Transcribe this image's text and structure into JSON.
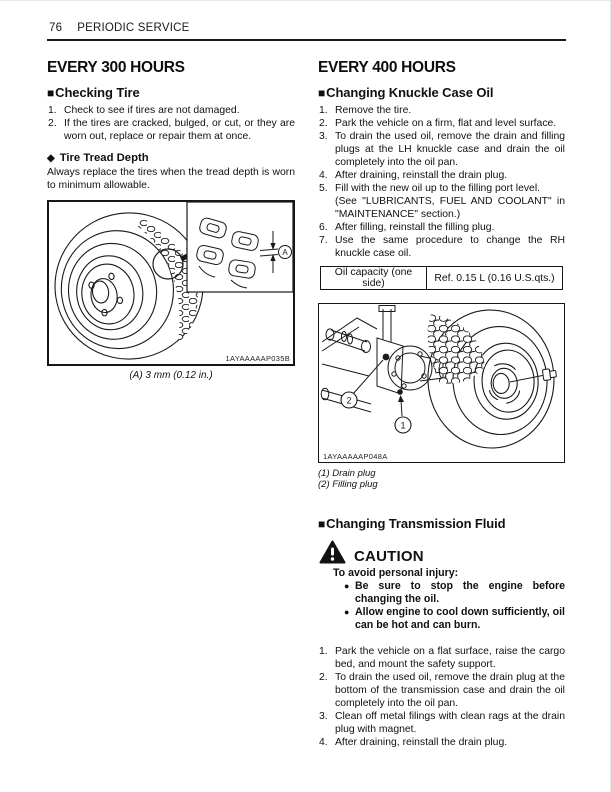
{
  "icons": {
    "square_bullet": "■",
    "diamond_bullet": "◆",
    "list_bullet": "●"
  },
  "header": {
    "page_number": "76",
    "title": "PERIODIC SERVICE"
  },
  "left": {
    "section_title": "EVERY 300 HOURS",
    "checking_tire": {
      "heading": "Checking Tire",
      "items": [
        "Check to see if tires are not damaged.",
        "If the tires are cracked, bulged, or cut, or they are worn out, replace or repair them at once."
      ]
    },
    "tread_depth": {
      "heading": "Tire Tread Depth",
      "body": "Always replace the tires when the tread depth is worn to minimum allowable.",
      "figure_code": "1AYAAAAAP035B",
      "inset_label": "A",
      "caption": "(A) 3 mm (0.12 in.)"
    }
  },
  "right": {
    "section_title": "EVERY 400 HOURS",
    "knuckle_oil": {
      "heading": "Changing Knuckle Case Oil",
      "items": [
        "Remove the tire.",
        "Park the vehicle on a firm, flat and level surface.",
        "To drain the used oil, remove the drain and filling plugs at the LH knuckle case and drain the oil completely into the oil pan.",
        "After draining, reinstall the drain plug.",
        [
          "Fill with the new oil up to the filling port level.",
          "(See \"LUBRICANTS, FUEL AND COOLANT\" in \"MAINTENANCE\" section.)"
        ],
        "After filling, reinstall the filling plug.",
        "Use the same procedure to change the RH knuckle case oil."
      ],
      "table": {
        "label": "Oil capacity (one side)",
        "value": "Ref. 0.15 L (0.16 U.S.qts.)"
      },
      "figure_code": "1AYAAAAAP048A",
      "figure_labels": {
        "drain": "1",
        "filling": "2"
      },
      "captions": [
        "(1) Drain plug",
        "(2) Filling plug"
      ]
    },
    "transmission": {
      "heading": "Changing Transmission Fluid",
      "caution": {
        "title": "CAUTION",
        "lead": "To avoid personal injury:",
        "bullets": [
          "Be sure to stop the engine before changing the oil.",
          "Allow engine to cool down sufficiently, oil can be hot and can burn."
        ]
      },
      "steps": [
        "Park the vehicle on a flat surface, raise the cargo bed, and mount the safety support.",
        "To drain the used oil, remove the drain plug at the bottom of the transmission case and drain the oil completely into the oil pan.",
        "Clean off metal filings with clean rags at the drain plug with magnet.",
        "After draining, reinstall the drain plug."
      ]
    }
  }
}
